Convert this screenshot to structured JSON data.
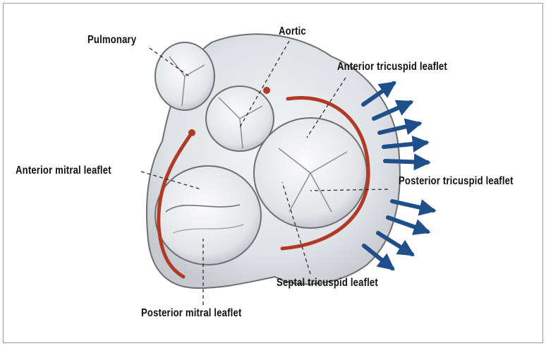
{
  "labels": {
    "pulmonary": "Pulmonary",
    "aortic": "Aortic",
    "anterior_tricuspid": "Anterior tricuspid leaflet",
    "anterior_mitral": "Anterior mitral leaflet",
    "posterior_tricuspid": "Posterior tricuspid leaflet",
    "septal_tricuspid": "Septal tricuspid leaflet",
    "posterior_mitral": "Posterior mitral leaflet"
  },
  "colors": {
    "arrow": "#1f4f8a",
    "ring": "#b13a26",
    "tissue": "#e3e5e8",
    "outline": "#6d6f73"
  }
}
